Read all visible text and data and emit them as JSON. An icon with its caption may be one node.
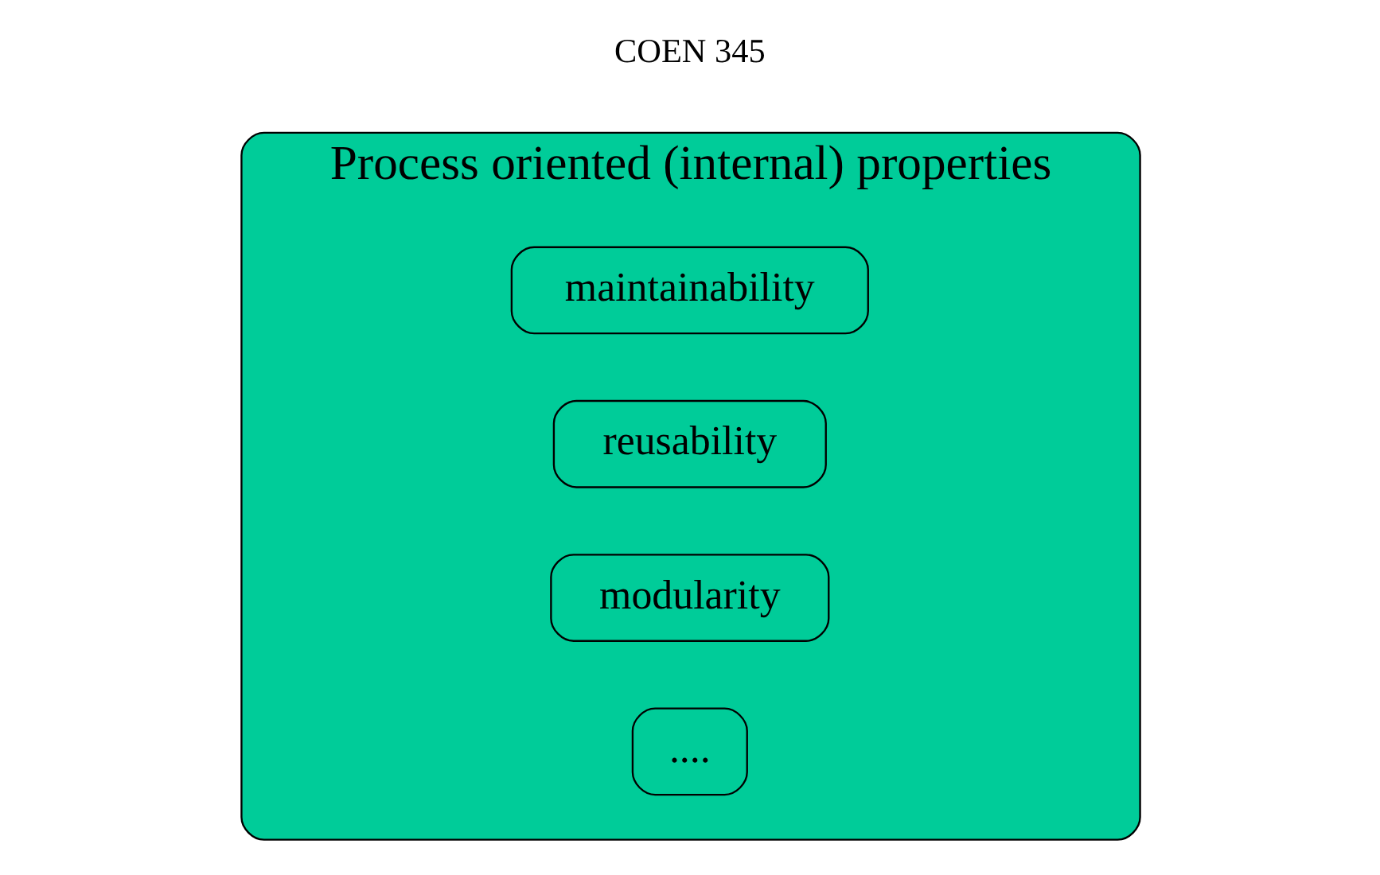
{
  "diagram": {
    "nodes": [
      {
        "text": [
          "Process oriented (internal) properties"
        ]
      },
      {
        "text": [
          "maintainability"
        ],
        "in": 0
      },
      {
        "text": [
          "reusability"
        ],
        "in": 0
      },
      {
        "text": [
          "modularity"
        ],
        "in": 0
      },
      {
        "text": [
          "...."
        ],
        "in": 0
      }
    ],
    "edges": [],
    "labels": [
      "COEN 345"
    ]
  }
}
